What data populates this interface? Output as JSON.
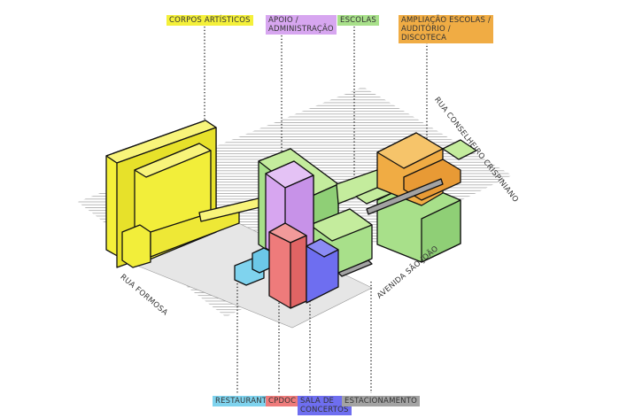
{
  "labels": {
    "corpos_artisticos": "CORPOS ARTÍSTICOS",
    "apoio_administracao": "APOIO /\nADMINISTRAÇÃO",
    "escolas": "ESCOLAS",
    "ampliacao": "AMPLIAÇÃO ESCOLAS /\nAUDITÓRIO /\nDISCOTECA",
    "restaurante": "RESTAURANTE",
    "cpdoc": "CPDOC",
    "sala_de_concertos": "SALA DE\nCONCERTOS",
    "estacionamento": "ESTACIONAMENTO"
  },
  "streets": {
    "rua_conselheiro_crispiniano": "RUA CONSELHEIRO CRISPINIANO",
    "avenida_sao_joao": "AVENIDA SÃO JOÃO",
    "rua_formosa": "RUA FORMOSA"
  },
  "colors": {
    "corpos_artisticos": "#f4f03a",
    "apoio_administracao": "#d7a6f0",
    "escolas": "#a8e08a",
    "ampliacao": "#f0ac44",
    "restaurante": "#7fd3ee",
    "cpdoc": "#ee7b7b",
    "sala_de_concertos": "#6e6ef0",
    "estacionamento": "#a3a3a3"
  }
}
